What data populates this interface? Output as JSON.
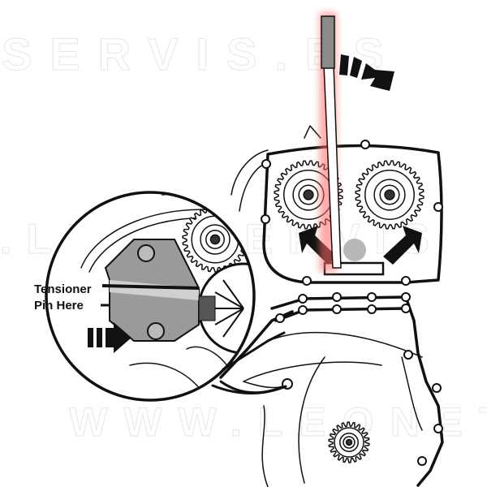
{
  "diagram": {
    "callout_label_line1": "Tensioner",
    "callout_label_line2": "Pin Here",
    "watermarks": [
      "SERVIS.ES",
      ".LEOCSERVIS",
      "WWW.LEONET"
    ],
    "colors": {
      "tool_glow": "#ff6b6b",
      "tool_handle": "#8a8a8a",
      "tensioner_body": "#9a9a9a",
      "line": "#111111"
    }
  }
}
